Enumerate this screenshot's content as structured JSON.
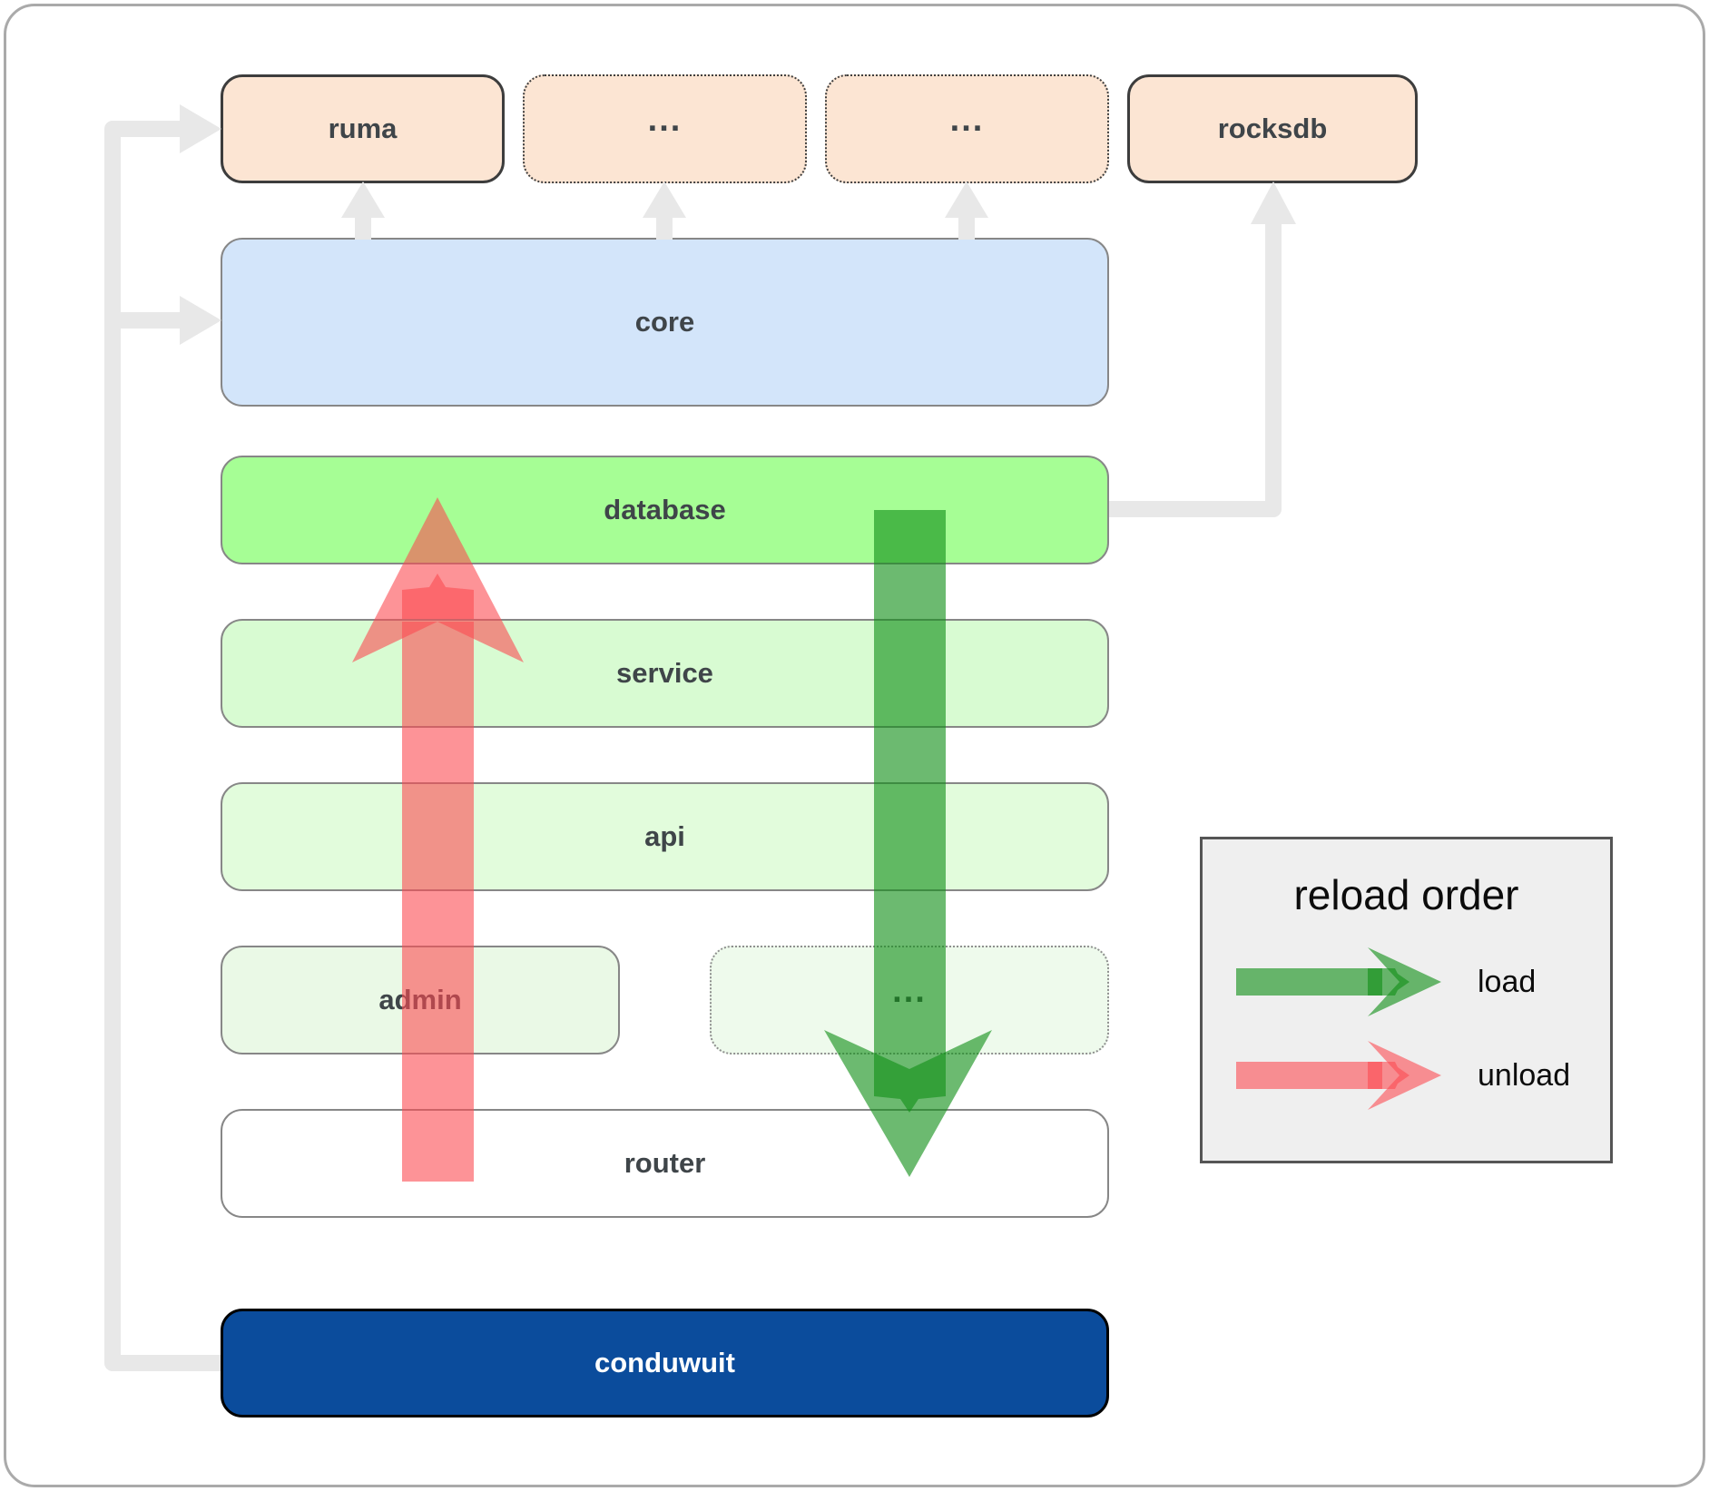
{
  "boxes": {
    "ruma": {
      "label": "ruma"
    },
    "dots1": {
      "label": "..."
    },
    "dots2": {
      "label": "..."
    },
    "rocksdb": {
      "label": "rocksdb"
    },
    "core": {
      "label": "core"
    },
    "database": {
      "label": "database"
    },
    "service": {
      "label": "service"
    },
    "api": {
      "label": "api"
    },
    "admin": {
      "label": "admin"
    },
    "dots3": {
      "label": "..."
    },
    "router": {
      "label": "router"
    },
    "conduwuit": {
      "label": "conduwuit"
    }
  },
  "legend": {
    "title": "reload order",
    "load_label": "load",
    "unload_label": "unload"
  },
  "colors": {
    "load": "#128f18",
    "unload": "#fb4b52",
    "connector": "#e8e8e8",
    "legend_bg": "#efefef",
    "boxes": {
      "ruma": "#fce5d3",
      "dots1": "#fce5d3",
      "dots2": "#fce5d3",
      "rocksdb": "#fce5d3",
      "core": "#d3e5fa",
      "database": "#a6fe95",
      "service": "#d8fbd2",
      "api": "#e2fcdc",
      "admin": "#eaf9e6",
      "dots3": "#eefaec",
      "router": "#ffffff",
      "conduwuit": "#0b4c9c"
    }
  }
}
